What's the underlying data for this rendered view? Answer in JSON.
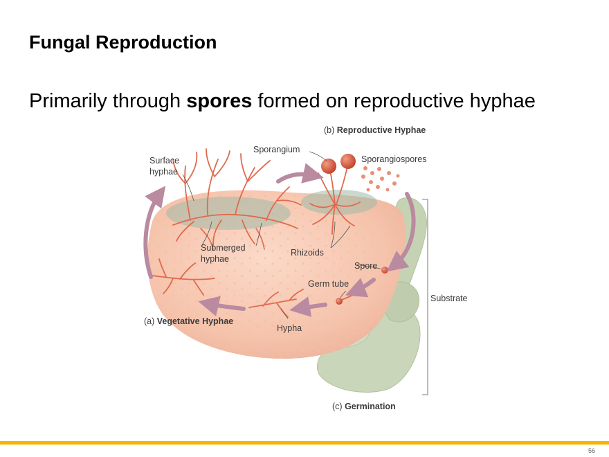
{
  "slide": {
    "title": "Fungal Reproduction",
    "subtitle_pre": "Primarily through ",
    "subtitle_bold": "spores",
    "subtitle_post": " formed on reproductive hyphae",
    "page_number": "56"
  },
  "figure": {
    "panel_b_prefix": "(b) ",
    "panel_b_title": "Reproductive Hyphae",
    "panel_a_prefix": "(a) ",
    "panel_a_title": "Vegetative Hyphae",
    "panel_c_prefix": "(c) ",
    "panel_c_title": "Germination",
    "labels": {
      "surface_1": "Surface",
      "surface_2": "hyphae",
      "sporangium": "Sporangium",
      "sporangiospores": "Sporangiospores",
      "submerged_1": "Submerged",
      "submerged_2": "hyphae",
      "rhizoids": "Rhizoids",
      "spore": "Spore",
      "germ_tube": "Germ tube",
      "substrate": "Substrate",
      "hypha": "Hypha"
    }
  },
  "colors": {
    "accent_bar": "#f4b400",
    "fruit": "#f7c6b2",
    "hyphae": "#e06a4e",
    "arrow": "#b98aa0",
    "leaf": "#c5d3b4"
  }
}
